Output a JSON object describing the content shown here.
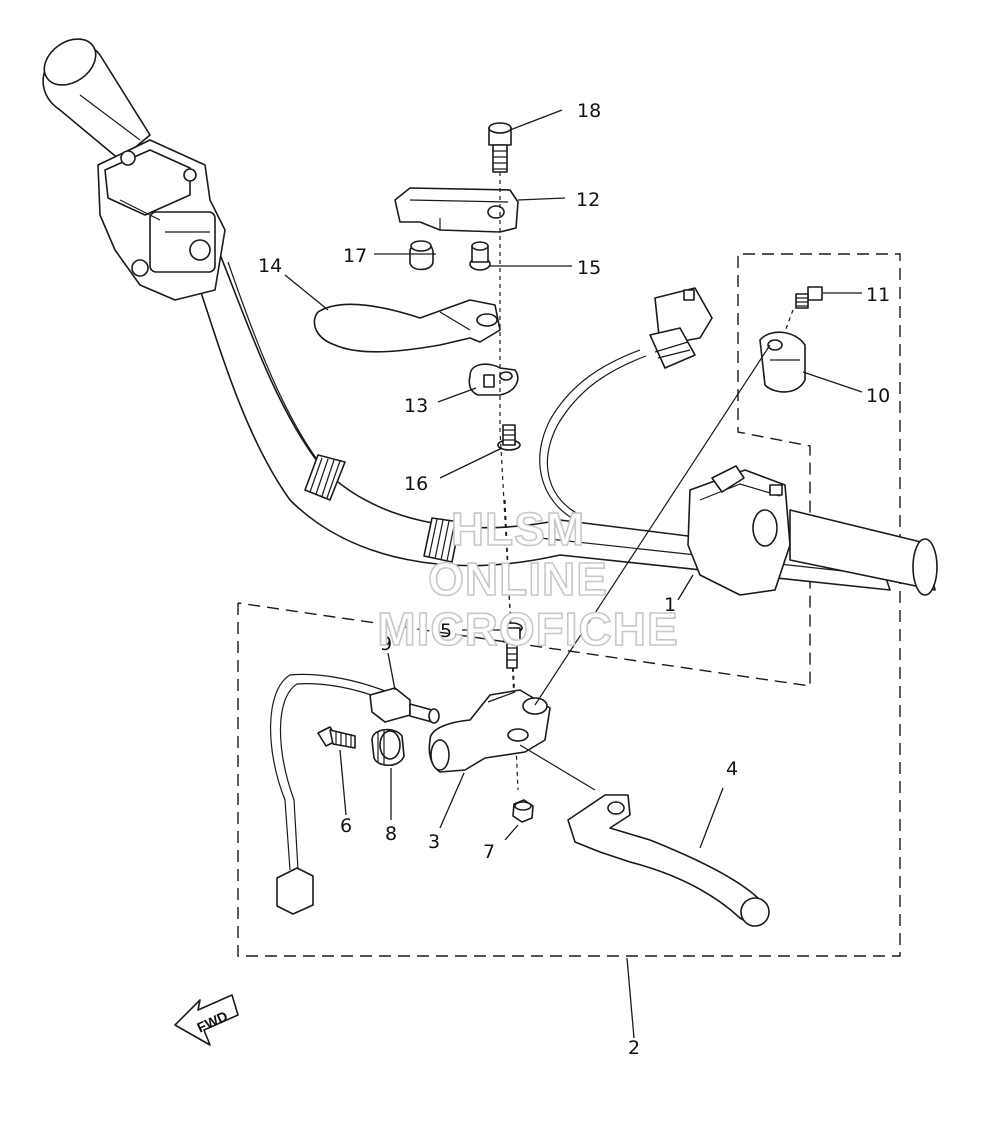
{
  "labels": {
    "p1": "1",
    "p2": "2",
    "p3": "3",
    "p4": "4",
    "p5": "5",
    "p6": "6",
    "p7": "7",
    "p8": "8",
    "p9": "9",
    "p10": "10",
    "p11": "11",
    "p12": "12",
    "p13": "13",
    "p14": "14",
    "p15": "15",
    "p16": "16",
    "p17": "17",
    "p18": "18"
  },
  "watermark": {
    "line1": "HLSM",
    "line2": "ONLINE",
    "line3": "MICROFICHE"
  },
  "direction_indicator": "FWD"
}
